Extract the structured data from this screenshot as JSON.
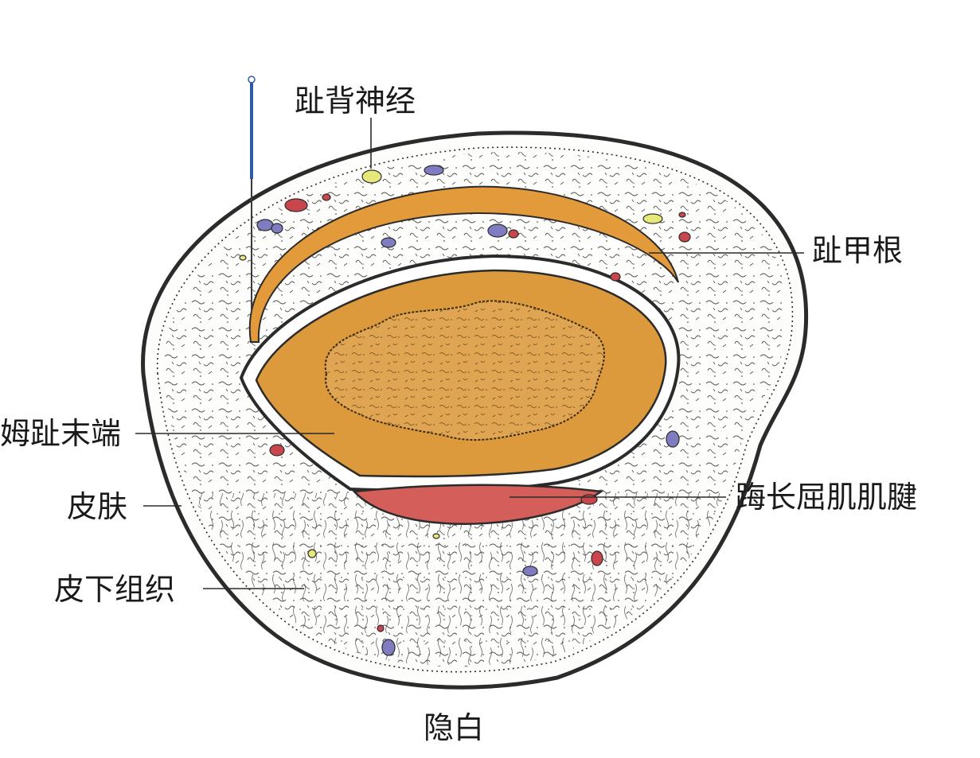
{
  "labels": {
    "dorsal_digital_nerve": "趾背神经",
    "nail_root": "趾甲根",
    "hallux_distal_end": "姆趾末端",
    "skin": "皮肤",
    "flexor_hallucis_longus_tendon": "踇长屈肌肌腱",
    "subcutaneous_tissue": "皮下组织",
    "acupoint_yinbai": "隐白"
  },
  "colors": {
    "outline": "#2b2b2b",
    "bone": "#dc9a3c",
    "bone_core": "#e0a552",
    "nail": "#e39a3b",
    "tendon": "#d45f5a",
    "vessel_red": "#c8464c",
    "vessel_blue": "#7f7cc2",
    "nerve_yellow": "#e6e87a",
    "needle": "#2f5aa8"
  },
  "icons": {
    "needle": "acupuncture-needle-icon"
  }
}
